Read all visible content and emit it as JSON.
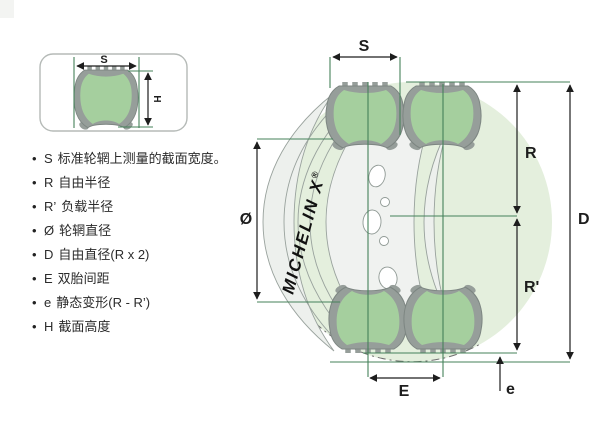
{
  "inset": {
    "s_label": "S",
    "h_label": "H"
  },
  "legend": {
    "bullet": "•",
    "items": [
      {
        "symbol": "S",
        "text": "标准轮辋上测量的截面宽度。"
      },
      {
        "symbol": "R",
        "text": "自由半径"
      },
      {
        "symbol": "R’",
        "text": "负载半径"
      },
      {
        "symbol": "Ø",
        "text": "轮辋直径"
      },
      {
        "symbol": "D",
        "text": "自由直径(R x 2)"
      },
      {
        "symbol": "E",
        "text": "双胎间距"
      },
      {
        "symbol": "e",
        "text": "静态变形(R - R’)"
      },
      {
        "symbol": "H",
        "text": "截面高度"
      }
    ]
  },
  "diagram": {
    "brand": "MICHELIN X",
    "registered": "®",
    "dims": {
      "section_width": "S",
      "free_radius": "R",
      "loaded_radius": "R'",
      "rim_diameter": "Ø",
      "free_diameter": "D",
      "dual_spacing": "E",
      "static_deflection": "e"
    }
  },
  "colors": {
    "dimension_green": "#45825a",
    "tire_green": "#a5cf9e",
    "tire_gray": "#969e9a",
    "halo_green": "#e4efdd",
    "rim_gray": "#edf0ed",
    "line_black": "#1d1d1d"
  }
}
